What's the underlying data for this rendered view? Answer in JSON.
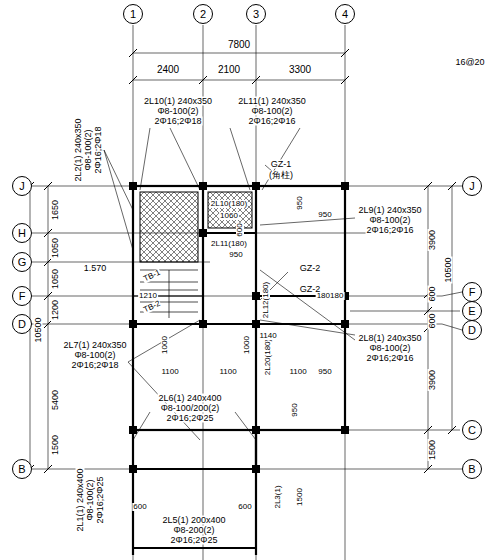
{
  "diagram": {
    "nodes": [
      {
        "text": [
          "1"
        ]
      },
      {
        "text": [
          "2"
        ]
      },
      {
        "text": [
          "3"
        ]
      },
      {
        "text": [
          "4"
        ]
      },
      {
        "text": [
          "J"
        ]
      },
      {
        "text": [
          "H"
        ]
      },
      {
        "text": [
          "G"
        ]
      },
      {
        "text": [
          "F"
        ]
      },
      {
        "text": [
          "D"
        ]
      },
      {
        "text": [
          "B"
        ]
      },
      {
        "text": [
          "J"
        ]
      },
      {
        "text": [
          "F"
        ]
      },
      {
        "text": [
          "E"
        ]
      },
      {
        "text": [
          "D"
        ]
      },
      {
        "text": [
          "C"
        ]
      },
      {
        "text": [
          "B"
        ]
      }
    ],
    "edges": [
      {
        "from": 4,
        "to": 10,
        "arrow": "none"
      },
      {
        "from": 7,
        "to": 11,
        "arrow": "none"
      },
      {
        "from": 8,
        "to": 13,
        "arrow": "none"
      },
      {
        "from": 9,
        "to": 15,
        "arrow": "none"
      }
    ],
    "labels": [
      "7800",
      "2400",
      "2100",
      "3300",
      "16@20",
      "2L10(1) 240x350",
      "Φ8-100(2)",
      "2Φ16;2Φ18",
      "2L11(1) 240x350",
      "Φ8-100(2)",
      "2Φ16;2Φ16",
      "2L2(1) 240x350",
      "Φ8-100(2)",
      "2Φ16;2Φ18",
      "2L9(1) 240x350",
      "Φ8-100(2)",
      "2Φ16;2Φ16",
      "2L8(1) 240x350",
      "Φ8-100(2)",
      "2Φ16;2Φ16",
      "2L7(1) 240x350",
      "Φ8-100(2)",
      "2Φ16;2Φ18",
      "2L6(1) 240x400",
      "Φ8-100/200(2)",
      "2Φ16;2Φ25",
      "2L1(1) 240x400",
      "Φ8-100(2)",
      "2Φ16;2Φ25",
      "2L5(1) 200x400",
      "Φ8-200(2)",
      "2Φ16;2Φ25",
      "1650",
      "1050",
      "1050",
      "1200",
      "5400",
      "1500",
      "10500",
      "3900",
      "10500",
      "600",
      "600",
      "3900",
      "1500",
      "GZ-1",
      "(角柱)",
      "GZ-2",
      "GZ-2",
      "1.570",
      "TB-1",
      "TB-2",
      "2L10(180)",
      "2L11(180)",
      "2L12(180)",
      "2L20(180)",
      "2L3(1)",
      "1060",
      "950",
      "950",
      "950",
      "600",
      "1140",
      "1210",
      "180180",
      "1000",
      "1000",
      "1100",
      "1100",
      "1100",
      "950",
      "950",
      "600",
      "600",
      "1500"
    ]
  }
}
